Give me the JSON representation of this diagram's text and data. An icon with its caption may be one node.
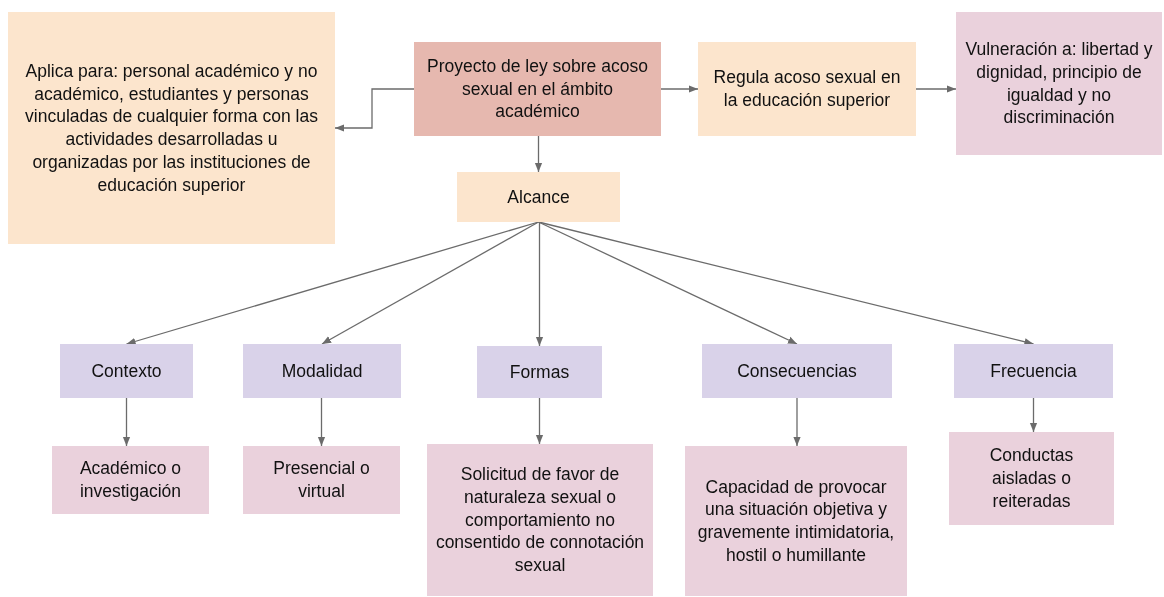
{
  "diagram": {
    "nodes": [
      {
        "text": [
          "Aplica para: personal académico y no académico, estudiantes y personas vinculadas de cualquier forma con las actividades desarrolladas u organizadas por las instituciones de educación superior"
        ]
      },
      {
        "text": [
          "Proyecto de ley sobre acoso sexual en el ámbito académico"
        ]
      },
      {
        "text": [
          "Regula acoso sexual en la educación superior"
        ]
      },
      {
        "text": [
          "Vulneración a: libertad y dignidad, principio de igualdad y no discriminación"
        ]
      },
      {
        "text": [
          "Alcance"
        ]
      },
      {
        "text": [
          "Contexto"
        ]
      },
      {
        "text": [
          "Modalidad"
        ]
      },
      {
        "text": [
          "Formas"
        ]
      },
      {
        "text": [
          "Consecuencias"
        ]
      },
      {
        "text": [
          "Frecuencia"
        ]
      },
      {
        "text": [
          "Académico o investigación"
        ]
      },
      {
        "text": [
          "Presencial o virtual"
        ]
      },
      {
        "text": [
          "Solicitud de favor de naturaleza sexual o comportamiento no consentido de connotación sexual"
        ]
      },
      {
        "text": [
          "Capacidad de provocar una situación objetiva y gravemente intimidatoria, hostil o humillante"
        ]
      },
      {
        "text": [
          "Conductas aisladas o reiteradas"
        ]
      }
    ],
    "edges": [
      {
        "from": 1,
        "to": 0,
        "arrow": "to"
      },
      {
        "from": 1,
        "to": 2,
        "arrow": "to"
      },
      {
        "from": 2,
        "to": 3,
        "arrow": "to"
      },
      {
        "from": 1,
        "to": 4,
        "arrow": "to"
      },
      {
        "from": 4,
        "to": 5,
        "arrow": "to"
      },
      {
        "from": 4,
        "to": 6,
        "arrow": "to"
      },
      {
        "from": 4,
        "to": 7,
        "arrow": "to"
      },
      {
        "from": 4,
        "to": 8,
        "arrow": "to"
      },
      {
        "from": 4,
        "to": 9,
        "arrow": "to"
      },
      {
        "from": 5,
        "to": 10,
        "arrow": "to"
      },
      {
        "from": 6,
        "to": 11,
        "arrow": "to"
      },
      {
        "from": 7,
        "to": 12,
        "arrow": "to"
      },
      {
        "from": 8,
        "to": 13,
        "arrow": "to"
      },
      {
        "from": 9,
        "to": 14,
        "arrow": "to"
      }
    ]
  }
}
